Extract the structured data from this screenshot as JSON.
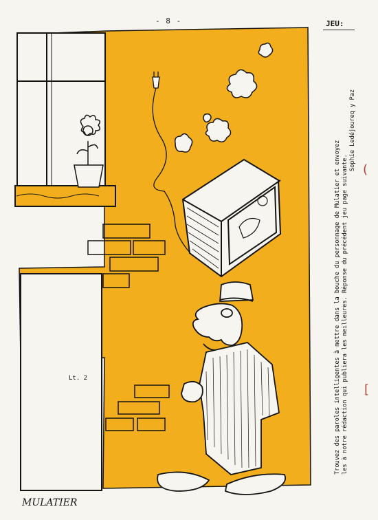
{
  "page": {
    "number": "- 8 -",
    "section": "JEU:"
  },
  "game": {
    "instructions_line1": "Trouvez des paroles intelligentes à mettre dans la bouche du personnage de Mulatier et envoyez",
    "instructions_line2": "les à notre rédaction qui publiera les meilleures. Réponse du précédent jeu page suivante.",
    "credit": "Sophie Ledéjoureq y Paz"
  },
  "artwork": {
    "artist_signature": "MULATIER",
    "door_label": "Lt. 2",
    "colors": {
      "accent": "#f2ae1c",
      "ink": "#141414",
      "paper": "#f7f5ef"
    }
  }
}
